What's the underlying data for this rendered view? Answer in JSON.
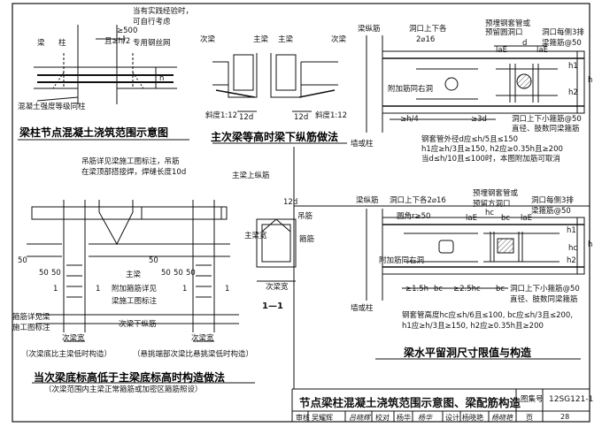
{
  "detail1": {
    "caption": "梁柱节点混凝土浇筑范围示意图",
    "note": [
      "当有实践经验时，",
      "可自行考虑"
    ],
    "dim500": "≥500",
    "dimh2": "且≥h/2",
    "mesh": "专用钢丝网",
    "beam": "梁",
    "column": "柱",
    "h": "h",
    "concrete_range": "混凝土强度等级同柱"
  },
  "detail2": {
    "caption": "主次梁等高时梁下纵筋做法",
    "secondary_left": "次梁",
    "primary_left": "主梁",
    "primary_right": "主梁",
    "secondary_right": "次梁",
    "slope_left": "斜度1:12",
    "slope_right": "斜度1:12",
    "dim_left": "12d",
    "dim_right": "12d"
  },
  "detail3": {
    "beam_rebar": "梁纵筋",
    "hole_top": "洞口上下各",
    "bars": "2⌀16",
    "sleeve": "预埋钢套管或",
    "preformed": "预留圆洞口",
    "hole_each": "洞口每侧3排",
    "stirrup50": "梁箍筋@50",
    "lae1": "laE",
    "d": "d",
    "lae2": "laE",
    "add_bar": "附加筋同右洞",
    "h4": "≥h/4",
    "d3": "≥3d",
    "lower_stirrup": "洞口上下小箍筋@50",
    "dia_limb": "直径、肢数同梁箍筋",
    "column": "墙或柱",
    "h": "h",
    "h1": "h1",
    "h2": "h2",
    "cond1": "钢套管外径d应≤h/5且≤150",
    "cond2": "h1应≥h/3且≥150, h2应≥0.35h且≥200",
    "cond3": "当d≤h/10且≤100时，本图附加筋可取消"
  },
  "detail4": {
    "caption": "当次梁底标高低于主梁底标高时构造做法",
    "sub": "（次梁范围内主梁正常箍筋或加密区箍筋照设）",
    "hanger1": "吊筋详见梁施工图标注，吊筋",
    "hanger2": "在梁顶部搭接焊，焊缝长度10d",
    "main_bar": "主梁上纵筋",
    "d12": "12d",
    "main_beam": "主梁",
    "add_stirrup1": "附加箍筋详见",
    "add_stirrup2": "梁施工图标注",
    "sec_lower": "次梁下纵筋",
    "stirrup_left1": "箍筋详见梁",
    "stirrup_left2": "施工图标注",
    "hanger_r": "吊筋",
    "stirrup_r": "箍筋",
    "sec_width_l": "次梁宽",
    "sec_width_r": "次梁宽",
    "main_width": "主梁宽",
    "dim50a": "50",
    "dim50b": "50",
    "dim50c": "50",
    "dim50d": "50",
    "dim50e": "50",
    "dim50f": "50",
    "dim50g": "50",
    "one_a": "1",
    "one_b": "1",
    "one_c": "1",
    "one_d": "1",
    "left_note": "（次梁底比主梁低时构造）",
    "right_note": "（悬挑端部次梁比悬挑梁低时构造）",
    "section": "1—1",
    "sec_width_c": "次梁宽"
  },
  "detail5": {
    "caption": "梁水平留洞尺寸限值与构造",
    "beam_rebar": "梁纵筋",
    "hole_top": "洞口上下各2⌀16",
    "sleeve": "预埋钢套管或",
    "preformed": "预留方洞口",
    "hole_each": "洞口每侧3排",
    "stirrup50": "梁箍筋@50",
    "corner": "圆角r≥50",
    "lae1": "laE",
    "hc": "hc",
    "bc": "bc",
    "lae2": "laE",
    "add_bar": "附加筋同右洞",
    "h15": "≥1.5h",
    "bc2": "bc",
    "h25": "≥2.5hc",
    "bc3": "bc",
    "lower_stirrup": "洞口上下小箍筋@50",
    "dia_limb": "直径、肢数同梁箍筋",
    "column": "墙或柱",
    "h": "h",
    "h1": "h1",
    "h2": "h2",
    "hc_side": "hc",
    "cond1": "钢套管高度hc应≤h/6且≤100, bc应≤h/3且≤200,",
    "cond2": "h1应≥h/3且≥150, h2应≥0.35h且≥200"
  },
  "title_block": {
    "title": "节点梁柱混凝土浇筑范围示意图、梁配筋构造",
    "atlas_label": "图集号",
    "atlas_no": "12SG121-1",
    "review": "审核",
    "reviewer": "吴耀辉",
    "reviewer_sig": "吕晓辉",
    "check": "校对",
    "checker": "杨华",
    "checker_sig": "杨华",
    "design": "设计",
    "designer": "杨晓艳",
    "designer_sig": "杨晓艳",
    "page_label": "页",
    "page_no": "28"
  },
  "colors": {
    "line": "#111111",
    "hatch": "#555555",
    "bg": "#ffffff"
  }
}
